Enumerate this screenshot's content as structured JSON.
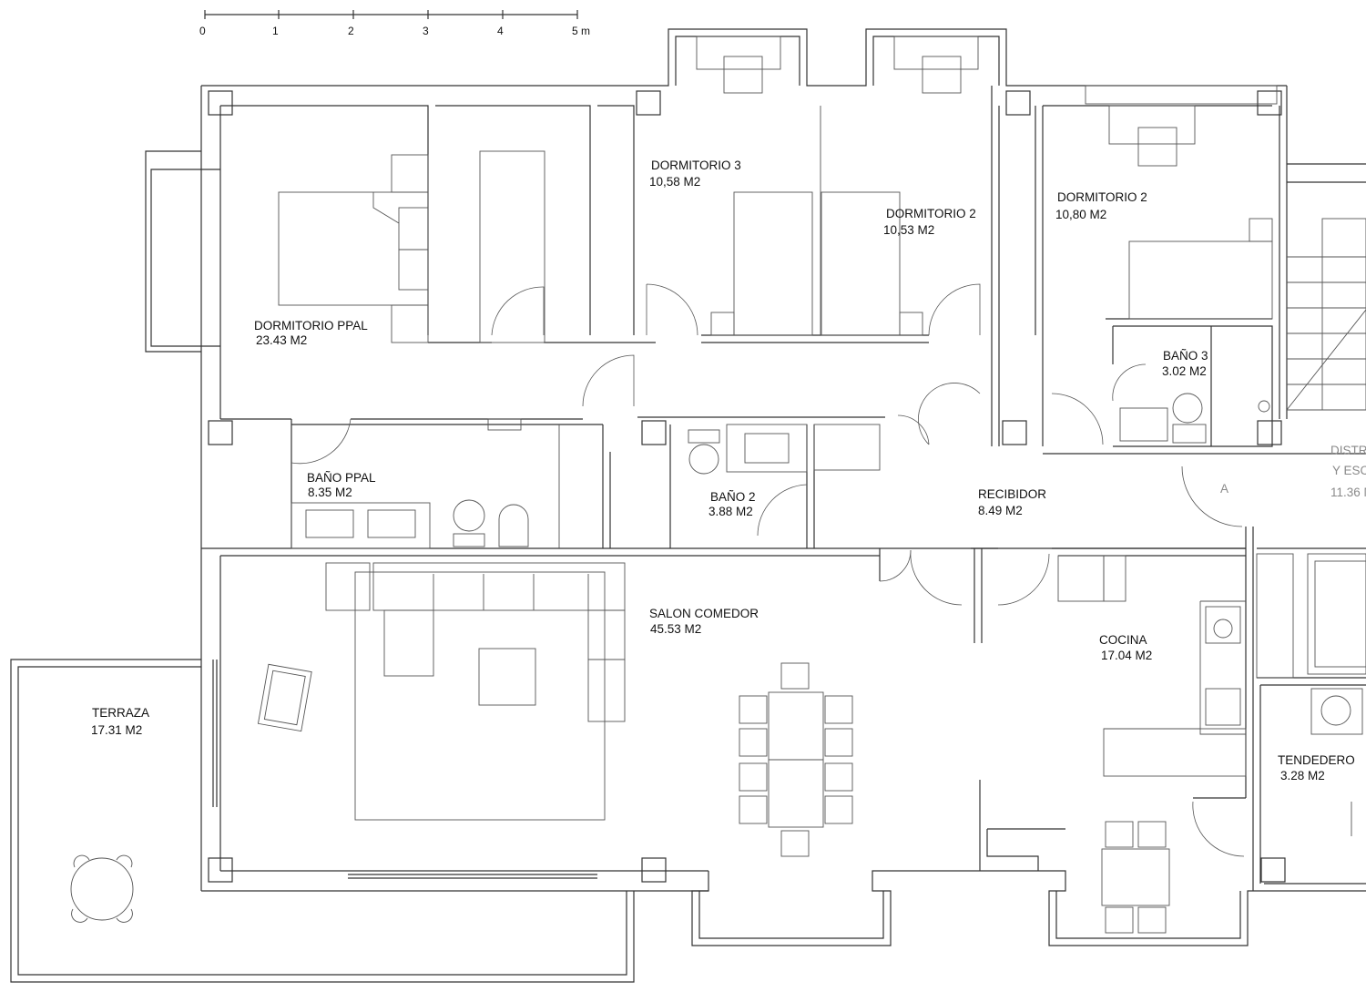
{
  "scale_bar": {
    "ticks": [
      "0",
      "1",
      "2",
      "3",
      "4",
      "5 m"
    ]
  },
  "rooms": {
    "dormitorio_3": {
      "name": "DORMITORIO 3",
      "area": "10,58 M2"
    },
    "dormitorio_2a": {
      "name": "DORMITORIO 2",
      "area": "10,53 M2"
    },
    "dormitorio_2b": {
      "name": "DORMITORIO 2",
      "area": "10,80 M2"
    },
    "dormitorio_ppal": {
      "name": "DORMITORIO PPAL",
      "area": "23.43 M2"
    },
    "bano_3": {
      "name": "BAÑO 3",
      "area": "3.02 M2"
    },
    "bano_ppal": {
      "name": "BAÑO PPAL",
      "area": "8.35 M2"
    },
    "bano_2": {
      "name": "BAÑO 2",
      "area": "3.88 M2"
    },
    "recibidor": {
      "name": "RECIBIDOR",
      "area": "8.49 M2"
    },
    "distribuidor": {
      "line1": "DISTR",
      "line2": "Y ESC",
      "area": "11.36 M"
    },
    "salon_comedor": {
      "name": "SALON COMEDOR",
      "area": "45.53 M2"
    },
    "cocina": {
      "name": "COCINA",
      "area": "17.04 M2"
    },
    "terraza": {
      "name": "TERRAZA",
      "area": "17.31 M2"
    },
    "tendedero": {
      "name": "TENDEDERO",
      "area": "3.28 M2"
    }
  },
  "section_mark": "A"
}
